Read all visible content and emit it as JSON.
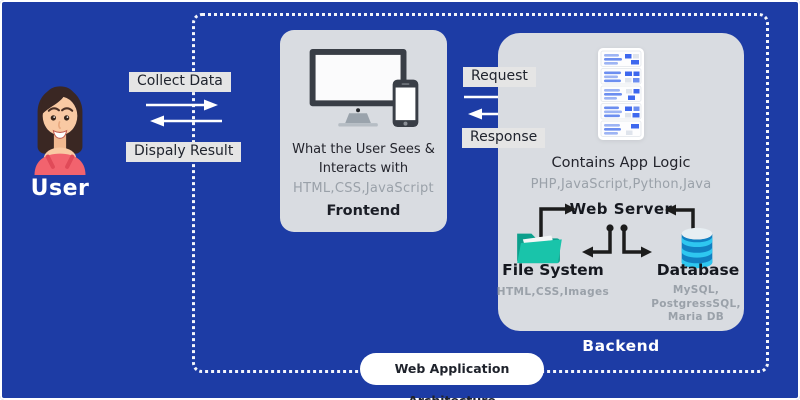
{
  "colors": {
    "background": "#1d3ca5",
    "panel": "#d9dce1",
    "label_chip": "#e5e5e5",
    "dark_text": "#23242c",
    "muted_text": "#9aa1a9",
    "folder_teal": "#19c4aa",
    "database_cyan": "#2ec7f0",
    "server_blue": "#5b86f2",
    "arrow_dark": "#1c1c1c",
    "white": "#ffffff"
  },
  "user": {
    "label": "User"
  },
  "flow": {
    "collect_data": "Collect Data",
    "display_result": "Dispaly Result",
    "request": "Request",
    "response": "Response"
  },
  "frontend": {
    "description_line1": "What the User Sees &",
    "description_line2": "Interacts with",
    "technologies": "HTML,CSS,JavaScript",
    "label": "Frontend"
  },
  "backend": {
    "app_logic": "Contains App Logic",
    "technologies": "PHP,JavaScript,Python,Java",
    "web_server_label": "Web Server",
    "file_system": {
      "label": "File System",
      "technologies": "HTML,CSS,Images"
    },
    "database": {
      "label": "Database",
      "technologies_line1": "MySQL, PostgressSQL,",
      "technologies_line2": "Maria DB"
    },
    "label": "Backend"
  },
  "footer": {
    "title": "Web Application Architecture"
  }
}
